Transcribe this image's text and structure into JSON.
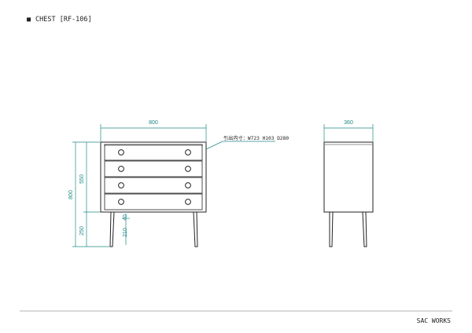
{
  "title": {
    "marker": "■",
    "text": "CHEST [RF-106]"
  },
  "dimensions": {
    "front_width": "800",
    "side_depth": "360",
    "total_height": "800",
    "body_height": "550",
    "leg_height": "250",
    "leg_inner": "210",
    "leg_offset": "40"
  },
  "note": {
    "drawer_label": "引出内寸：W723 H103 D280"
  },
  "footer": {
    "brand": "SAC WORKS"
  },
  "colors": {
    "line": "#222222",
    "dimension": "#1e8a84",
    "rule": "#9a9a9a"
  }
}
